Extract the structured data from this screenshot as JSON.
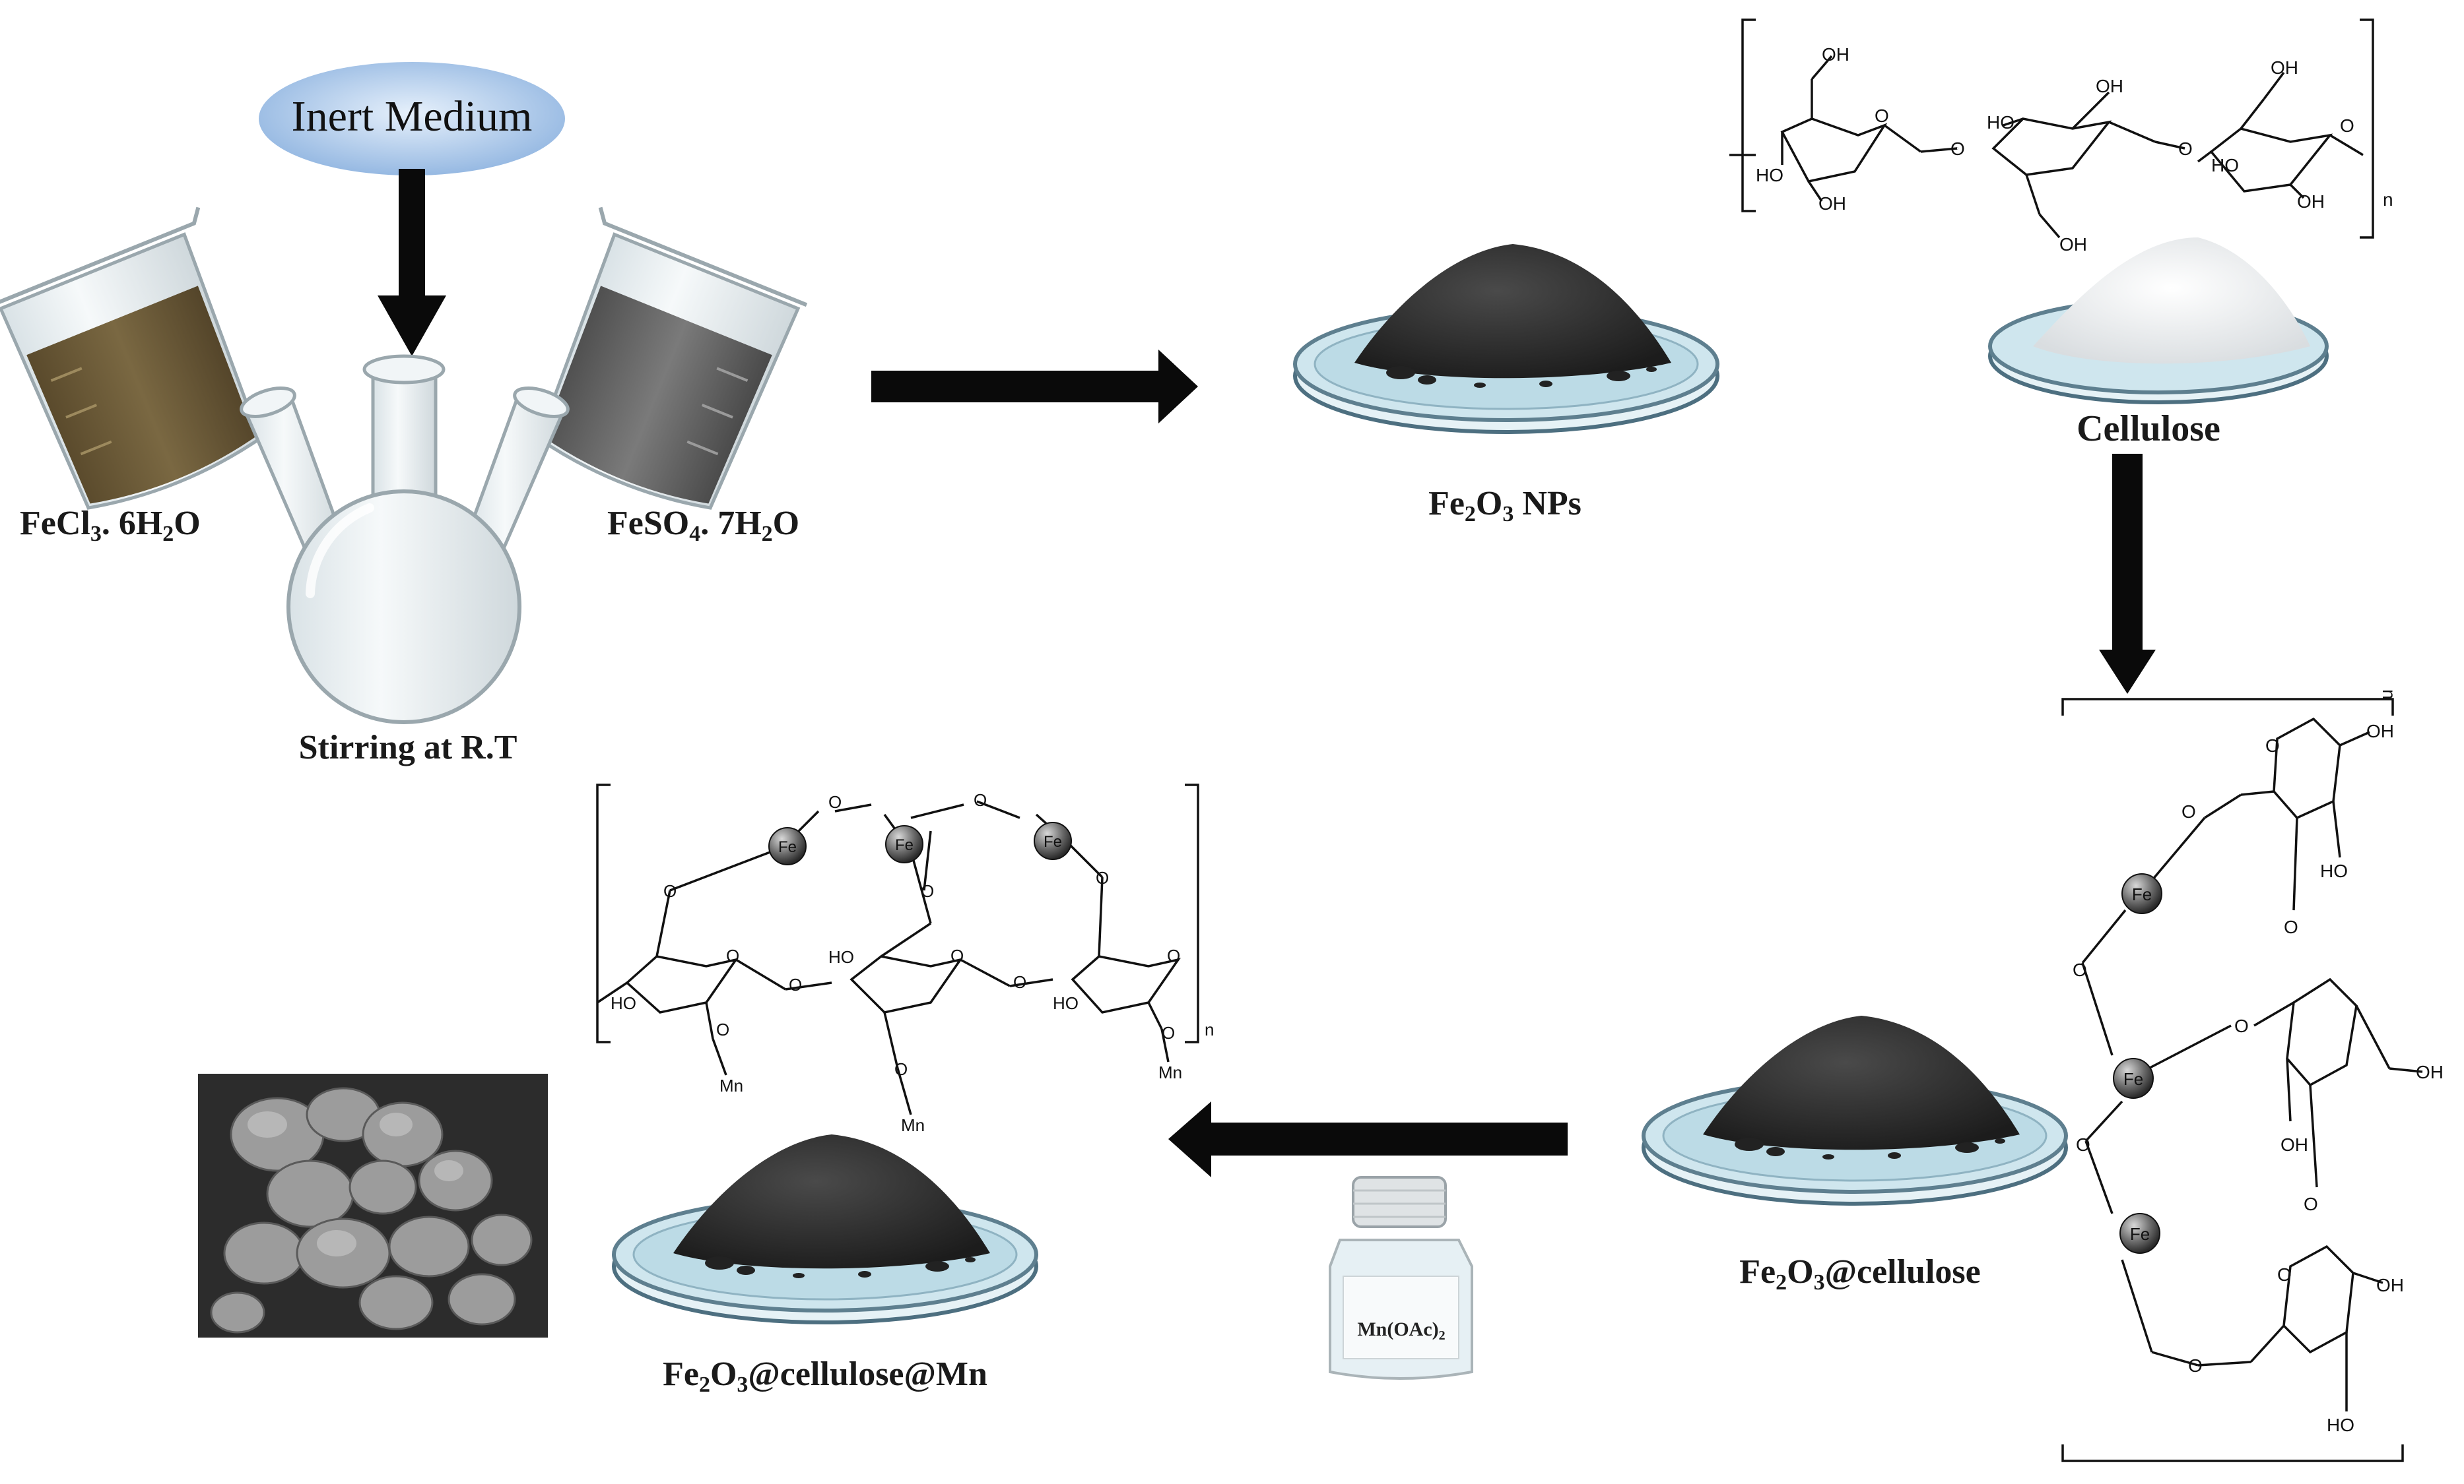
{
  "inert_medium": "Inert Medium",
  "precursor_1": {
    "base": "FeCl",
    "sub1": "3",
    "mid": ". 6H",
    "sub2": "2",
    "tail": "O"
  },
  "precursor_2": {
    "base": "FeSO",
    "sub1": "4",
    "mid": ". 7H",
    "sub2": "2",
    "tail": "O"
  },
  "stirring": "Stirring at R.T",
  "np_label": {
    "base": "Fe",
    "sub1": "2",
    "mid": "O",
    "sub2": "3",
    "tail": " NPs"
  },
  "cellulose_label": "Cellulose",
  "fe_cellulose_label": {
    "base": "Fe",
    "sub1": "2",
    "mid": "O",
    "sub2": "3",
    "tail": "@cellulose"
  },
  "fe_cellulose_mn_label": {
    "base": "Fe",
    "sub1": "2",
    "mid": "O",
    "sub2": "3",
    "tail": "@cellulose@Mn"
  },
  "reagent_bottle": {
    "base": "Mn(OAc)",
    "sub": "2"
  },
  "chem": {
    "oh": "OH",
    "ho": "HO",
    "o": "O",
    "fe": "Fe",
    "mn": "Mn",
    "n": "n"
  },
  "colors": {
    "powder": "#2b2b2b",
    "dish_rim": "#5e7f8f",
    "dish_liquid": "#cfe6ee",
    "beaker_brown": "#6b5a3a",
    "beaker_gray": "#6e6e6e",
    "flask_glass": "#e9eef1",
    "inert_oval": "#a9c8ea",
    "arrow": "#0a0a0a",
    "fe_sphere": "#555555"
  }
}
